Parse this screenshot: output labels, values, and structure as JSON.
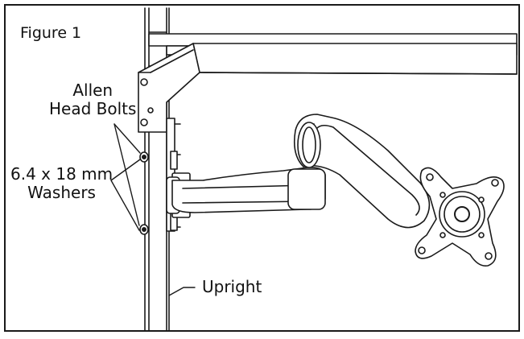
{
  "figure": {
    "title": "Figure 1"
  },
  "labels": {
    "allen_bolts": [
      "Allen",
      "Head Bolts"
    ],
    "washers": [
      "6.4 x 18 mm",
      "Washers"
    ],
    "upright": "Upright"
  },
  "colors": {
    "stroke": "#1a1a1a",
    "fill": "#ffffff",
    "shade": "#8c8c8c"
  }
}
